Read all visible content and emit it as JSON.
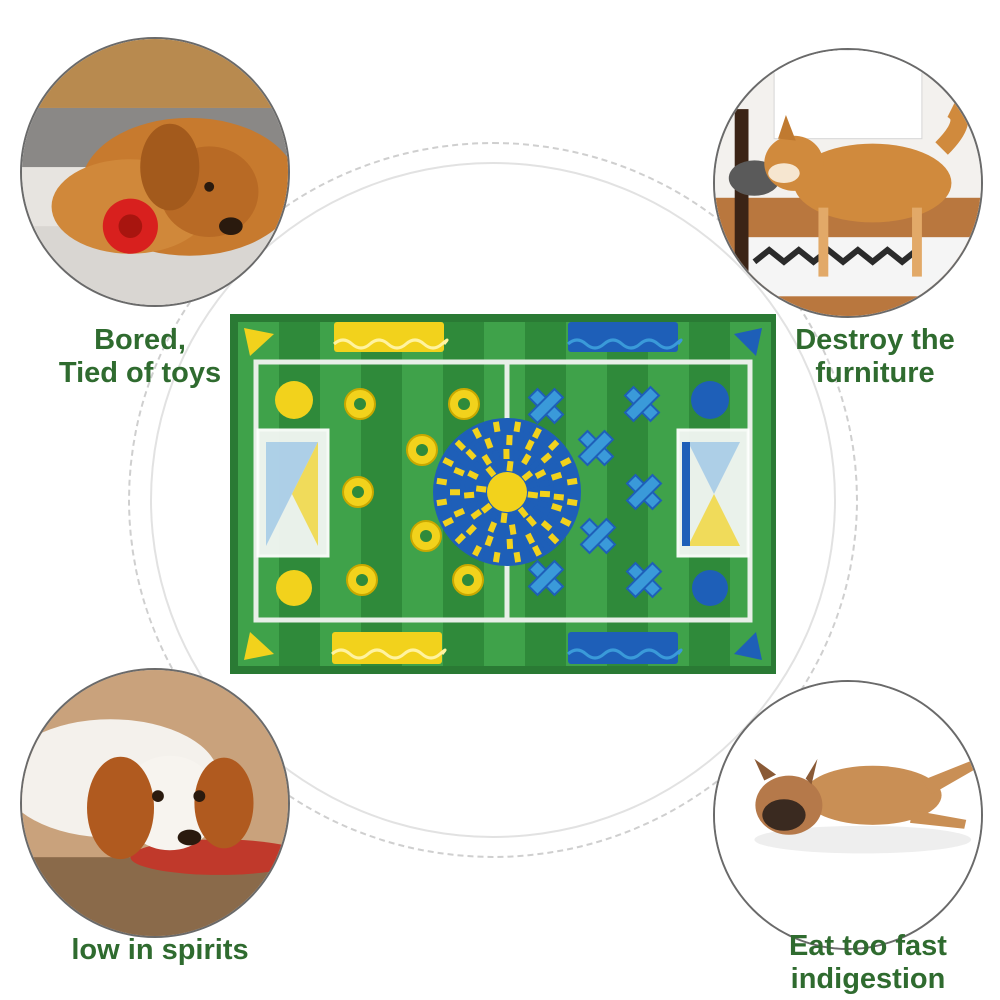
{
  "captions": {
    "bored": [
      "Bored,",
      "Tied of toys"
    ],
    "destroy": [
      "Destroy the",
      "furniture"
    ],
    "spirits": [
      "low in spirits"
    ],
    "fast": [
      "Eat too fast",
      "indigestion"
    ]
  },
  "colors": {
    "caption": "#2f6b2f",
    "field_dark": "#2f8a3a",
    "field_light": "#3fa24a",
    "yellow": "#f2d21c",
    "blue": "#1e5fb8",
    "light_blue": "#3a9ad9"
  },
  "icons": {
    "mat": "soccer-field-snuffle-mat-image",
    "bored": "golden-retriever-with-toy-photo",
    "destroy": "shiba-inu-chewing-furniture-photo",
    "spirits": "cavalier-spaniel-lying-photo",
    "fast": "french-bulldog-lying-photo"
  }
}
